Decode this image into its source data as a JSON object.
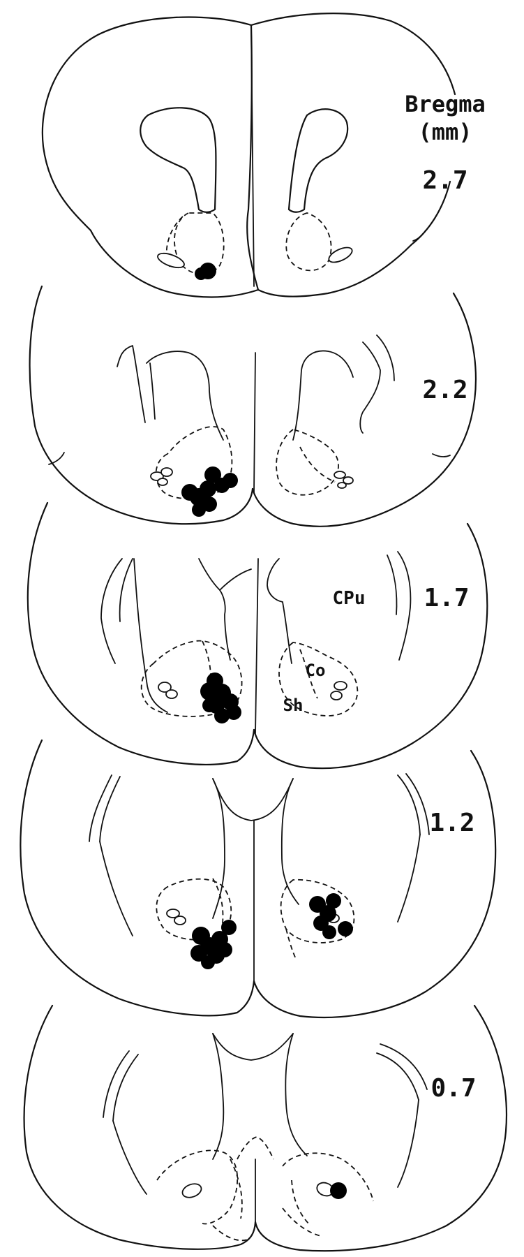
{
  "header": {
    "title_line1": "Bregma",
    "title_line2": "(mm)"
  },
  "sections": [
    {
      "label": "2.7"
    },
    {
      "label": "2.2"
    },
    {
      "label": "1.7"
    },
    {
      "label": "1.2"
    },
    {
      "label": "0.7"
    }
  ],
  "region_labels": {
    "cpu": "CPu",
    "core": "Co",
    "shell": "Sh"
  },
  "colors": {
    "ink": "#111111",
    "background": "#ffffff",
    "marker_fill": "#000000"
  }
}
